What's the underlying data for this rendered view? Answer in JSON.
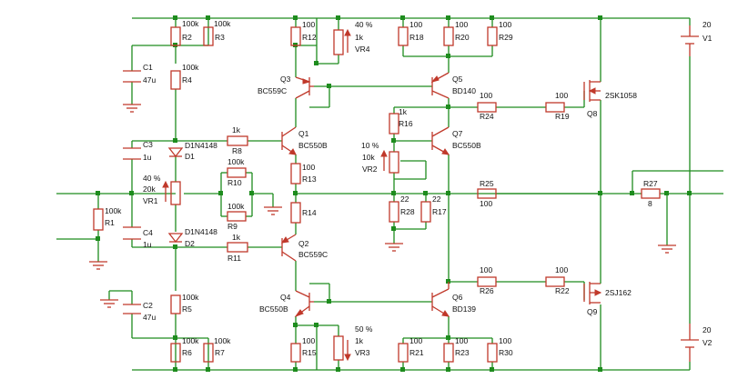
{
  "labels": {
    "R2_val": "100k",
    "R2_name": "R2",
    "R3_val": "100k",
    "R3_name": "R3",
    "R4_val": "100k",
    "R4_name": "R4",
    "C1_name": "C1",
    "C1_val": "47u",
    "R12_val": "100",
    "R12_name": "R12",
    "VR4_pct": "40 %",
    "VR4_val": "1k",
    "VR4_name": "VR4",
    "R18_val": "100",
    "R18_name": "R18",
    "R20_val": "100",
    "R20_name": "R20",
    "R29_val": "100",
    "R29_name": "R29",
    "V1_val": "20",
    "V1_name": "V1",
    "Q3_name": "Q3",
    "Q3_type": "BC559C",
    "Q5_name": "Q5",
    "Q5_type": "BD140",
    "R24_val": "100",
    "R24_name": "R24",
    "R19_val": "100",
    "R19_name": "R19",
    "Q8_model": "2SK1058",
    "Q8_name": "Q8",
    "R16_val": "1k",
    "R16_name": "R16",
    "C3_name": "C3",
    "C3_val": "1u",
    "D1_model": "D1N4148",
    "D1_name": "D1",
    "R8_val": "1k",
    "R8_name": "R8",
    "Q1_name": "Q1",
    "Q1_type": "BC550B",
    "Q7_name": "Q7",
    "Q7_type": "BC550B",
    "VR2_pct": "10 %",
    "VR2_val": "10k",
    "VR2_name": "VR2",
    "VR1_pct": "40 %",
    "VR1_val": "20k",
    "VR1_name": "VR1",
    "R10_val": "100k",
    "R10_name": "R10",
    "R13_val": "100",
    "R13_name": "R13",
    "R1_val": "100k",
    "R1_name": "R1",
    "R9_val": "100k",
    "R9_name": "R9",
    "R14_name": "R14",
    "R28_val": "22",
    "R28_name": "R28",
    "R17_val": "22",
    "R17_name": "R17",
    "R25_name": "R25",
    "R25_val": "100",
    "R27_name": "R27",
    "R27_val": "8",
    "C4_name": "C4",
    "C4_val": "1u",
    "D2_model": "D1N4148",
    "D2_name": "D2",
    "R11_val": "1k",
    "R11_name": "R11",
    "Q2_name": "Q2",
    "Q2_type": "BC559C",
    "C2_name": "C2",
    "C2_val": "47u",
    "R5_val": "100k",
    "R5_name": "R5",
    "Q4_name": "Q4",
    "Q4_type": "BC550B",
    "Q6_name": "Q6",
    "Q6_type": "BD139",
    "R26_val": "100",
    "R26_name": "R26",
    "R22_val": "100",
    "R22_name": "R22",
    "Q9_model": "2SJ162",
    "Q9_name": "Q9",
    "VR3_pct": "50 %",
    "VR3_val": "1k",
    "VR3_name": "VR3",
    "R6_val": "100k",
    "R6_name": "R6",
    "R7_val": "100k",
    "R7_name": "R7",
    "R15_val": "100",
    "R15_name": "R15",
    "R21_val": "100",
    "R21_name": "R21",
    "R23_val": "100",
    "R23_name": "R23",
    "R30_val": "100",
    "R30_name": "R30",
    "V2_val": "20",
    "V2_name": "V2"
  },
  "colors": {
    "wire": "#1e8c1e",
    "component": "#c0392b",
    "text": "#111111"
  }
}
